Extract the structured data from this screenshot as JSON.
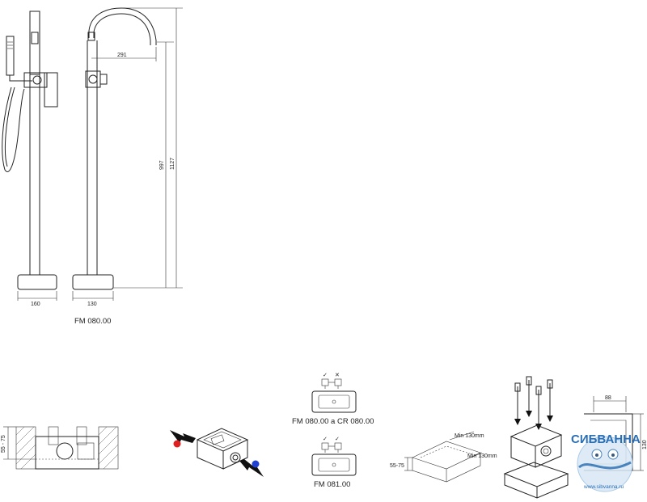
{
  "drawing": {
    "side_view": {
      "width_dim": "160"
    },
    "front_view": {
      "spout_reach_dim": "291",
      "base_dim": "130",
      "height_inner_dim": "997",
      "height_total_dim": "1127"
    },
    "model_caption": "FM 080.00"
  },
  "install": {
    "floor_box": {
      "depth_dim": "55 - 75"
    },
    "connection": {
      "hot_color": "#e02020",
      "cold_color": "#2040d0"
    },
    "tiles": [
      {
        "caption": "FM 080.00 a CR 080.00",
        "marks": [
          "✓",
          "✕"
        ]
      },
      {
        "caption": "FM 081.00",
        "marks": [
          "✓",
          "✓"
        ]
      }
    ],
    "recess": {
      "min_width": "Min 130mm",
      "min_depth": "Min 130mm",
      "depth_dim": "55-75"
    },
    "profile": {
      "width_dim": "88",
      "height_dim": "130"
    }
  },
  "watermark": {
    "brand": "СИБВАННА",
    "site": "www.sibvanna.ru",
    "color": "#2a6fb5"
  }
}
